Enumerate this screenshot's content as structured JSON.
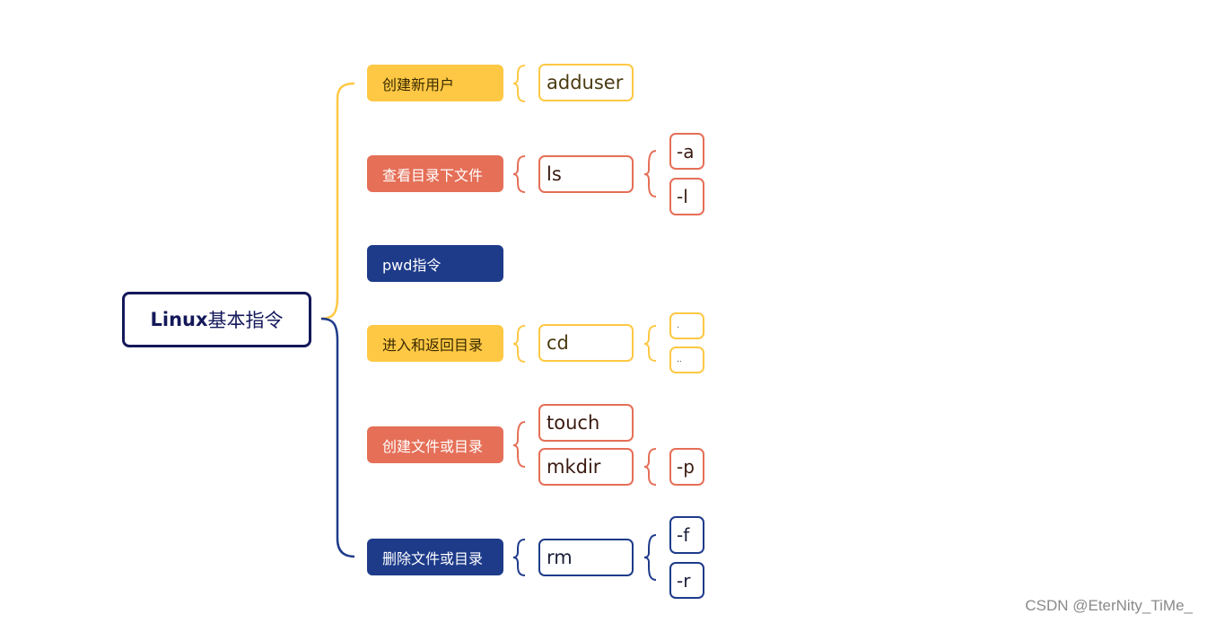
{
  "root": {
    "latin": "Linux",
    "cjk": "基本指令"
  },
  "categories": [
    {
      "label": "创建新用户",
      "color": "#fec844"
    },
    {
      "label": "查看目录下文件",
      "color": "#e56f57"
    },
    {
      "label": "pwd指令",
      "color": "#1e3b8a"
    },
    {
      "label": "进入和返回目录",
      "color": "#fec844"
    },
    {
      "label": "创建文件或目录",
      "color": "#e56f57"
    },
    {
      "label": "删除文件或目录",
      "color": "#1e3b8a"
    }
  ],
  "commands": {
    "adduser": "adduser",
    "ls": "ls",
    "cd": "cd",
    "touch": "touch",
    "mkdir": "mkdir",
    "rm": "rm"
  },
  "options": {
    "ls_a": "-a",
    "ls_l": "-l",
    "cd_dot": ".",
    "cd_dotdot": "..",
    "mkdir_p": "-p",
    "rm_f": "-f",
    "rm_r": "-r"
  },
  "colors": {
    "yellow": "#fec844",
    "coral": "#e56f57",
    "navy": "#1e3b8a",
    "root": "#14185a"
  },
  "watermark": "CSDN @EterNity_TiMe_"
}
